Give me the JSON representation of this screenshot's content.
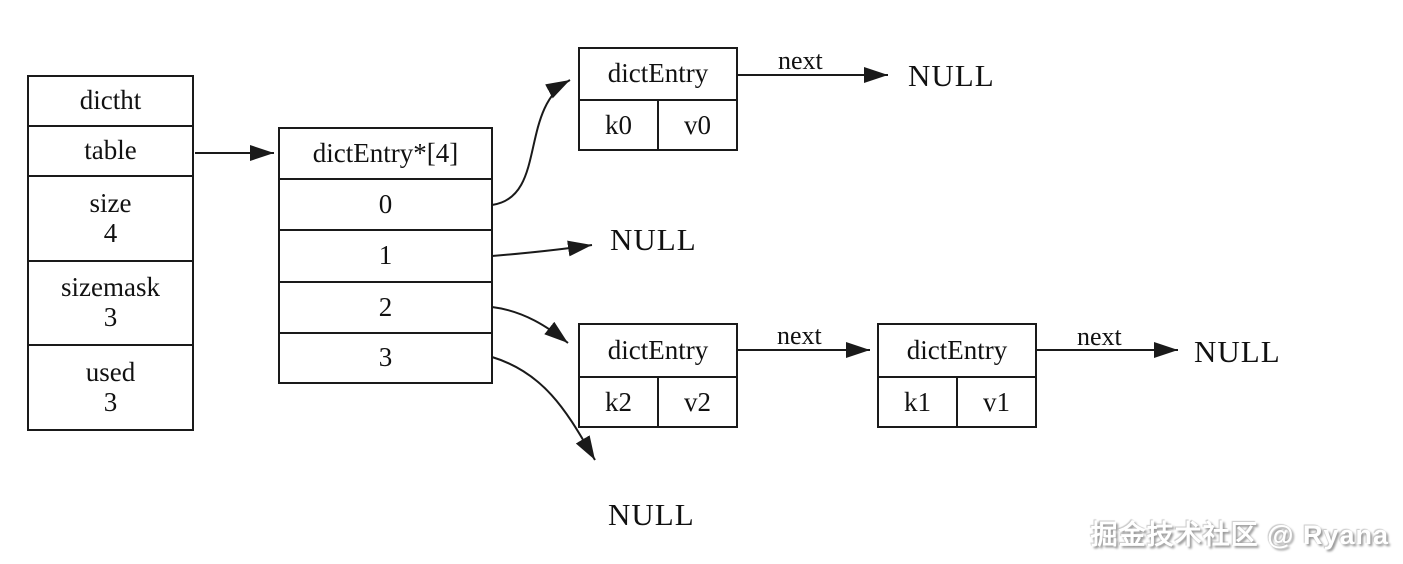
{
  "diagram": {
    "dictht": {
      "rows": [
        {
          "label": "dictht"
        },
        {
          "label": "table"
        },
        {
          "label": "size",
          "value": "4"
        },
        {
          "label": "sizemask",
          "value": "3"
        },
        {
          "label": "used",
          "value": "3"
        }
      ]
    },
    "bucket_array": {
      "header": "dictEntry*[4]",
      "slots": [
        {
          "index": "0"
        },
        {
          "index": "1"
        },
        {
          "index": "2"
        },
        {
          "index": "3"
        }
      ]
    },
    "entries": [
      {
        "header": "dictEntry",
        "key": "k0",
        "value": "v0"
      },
      {
        "header": "dictEntry",
        "key": "k2",
        "value": "v2"
      },
      {
        "header": "dictEntry",
        "key": "k1",
        "value": "v1"
      }
    ],
    "labels": {
      "next": "next",
      "null": "NULL"
    }
  },
  "watermark": "掘金技术社区 @ Ryana",
  "colors": {
    "line": "#1a1a1a",
    "background": "#ffffff"
  }
}
